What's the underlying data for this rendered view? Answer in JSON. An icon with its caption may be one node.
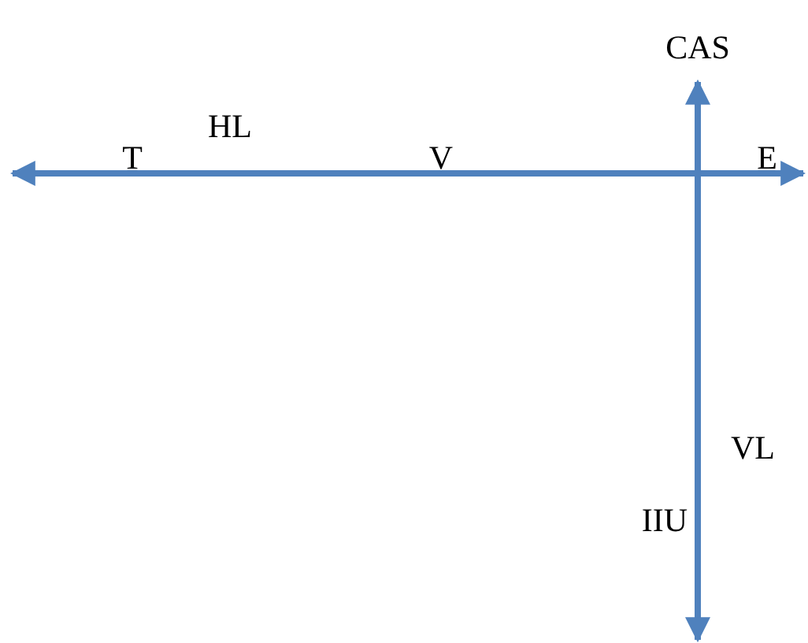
{
  "diagram": {
    "labels": [
      "CAS",
      "HL",
      "T",
      "V",
      "E",
      "VL",
      "IIU"
    ]
  }
}
